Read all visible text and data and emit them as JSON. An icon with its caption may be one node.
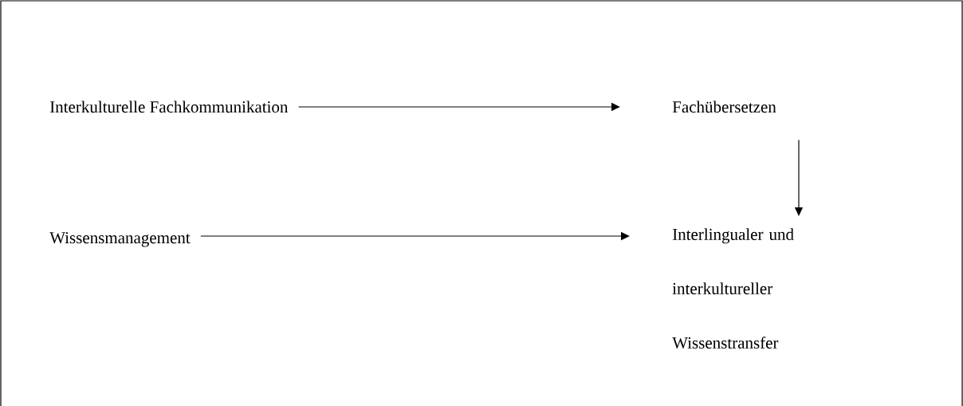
{
  "diagram": {
    "nodes": [
      {
        "text": [
          "Interkulturelle Fachkommunikation"
        ]
      },
      {
        "text": [
          "Fachübersetzen"
        ]
      },
      {
        "text": [
          "Wissensmanagement"
        ]
      },
      {
        "text": [
          "Interlingualer und interkultureller Wissenstransfer"
        ]
      }
    ],
    "edges": [
      {
        "from": 0,
        "to": 1,
        "arrow": "to"
      },
      {
        "from": 1,
        "to": 3,
        "arrow": "to"
      },
      {
        "from": 2,
        "to": 3,
        "arrow": "to"
      }
    ]
  }
}
